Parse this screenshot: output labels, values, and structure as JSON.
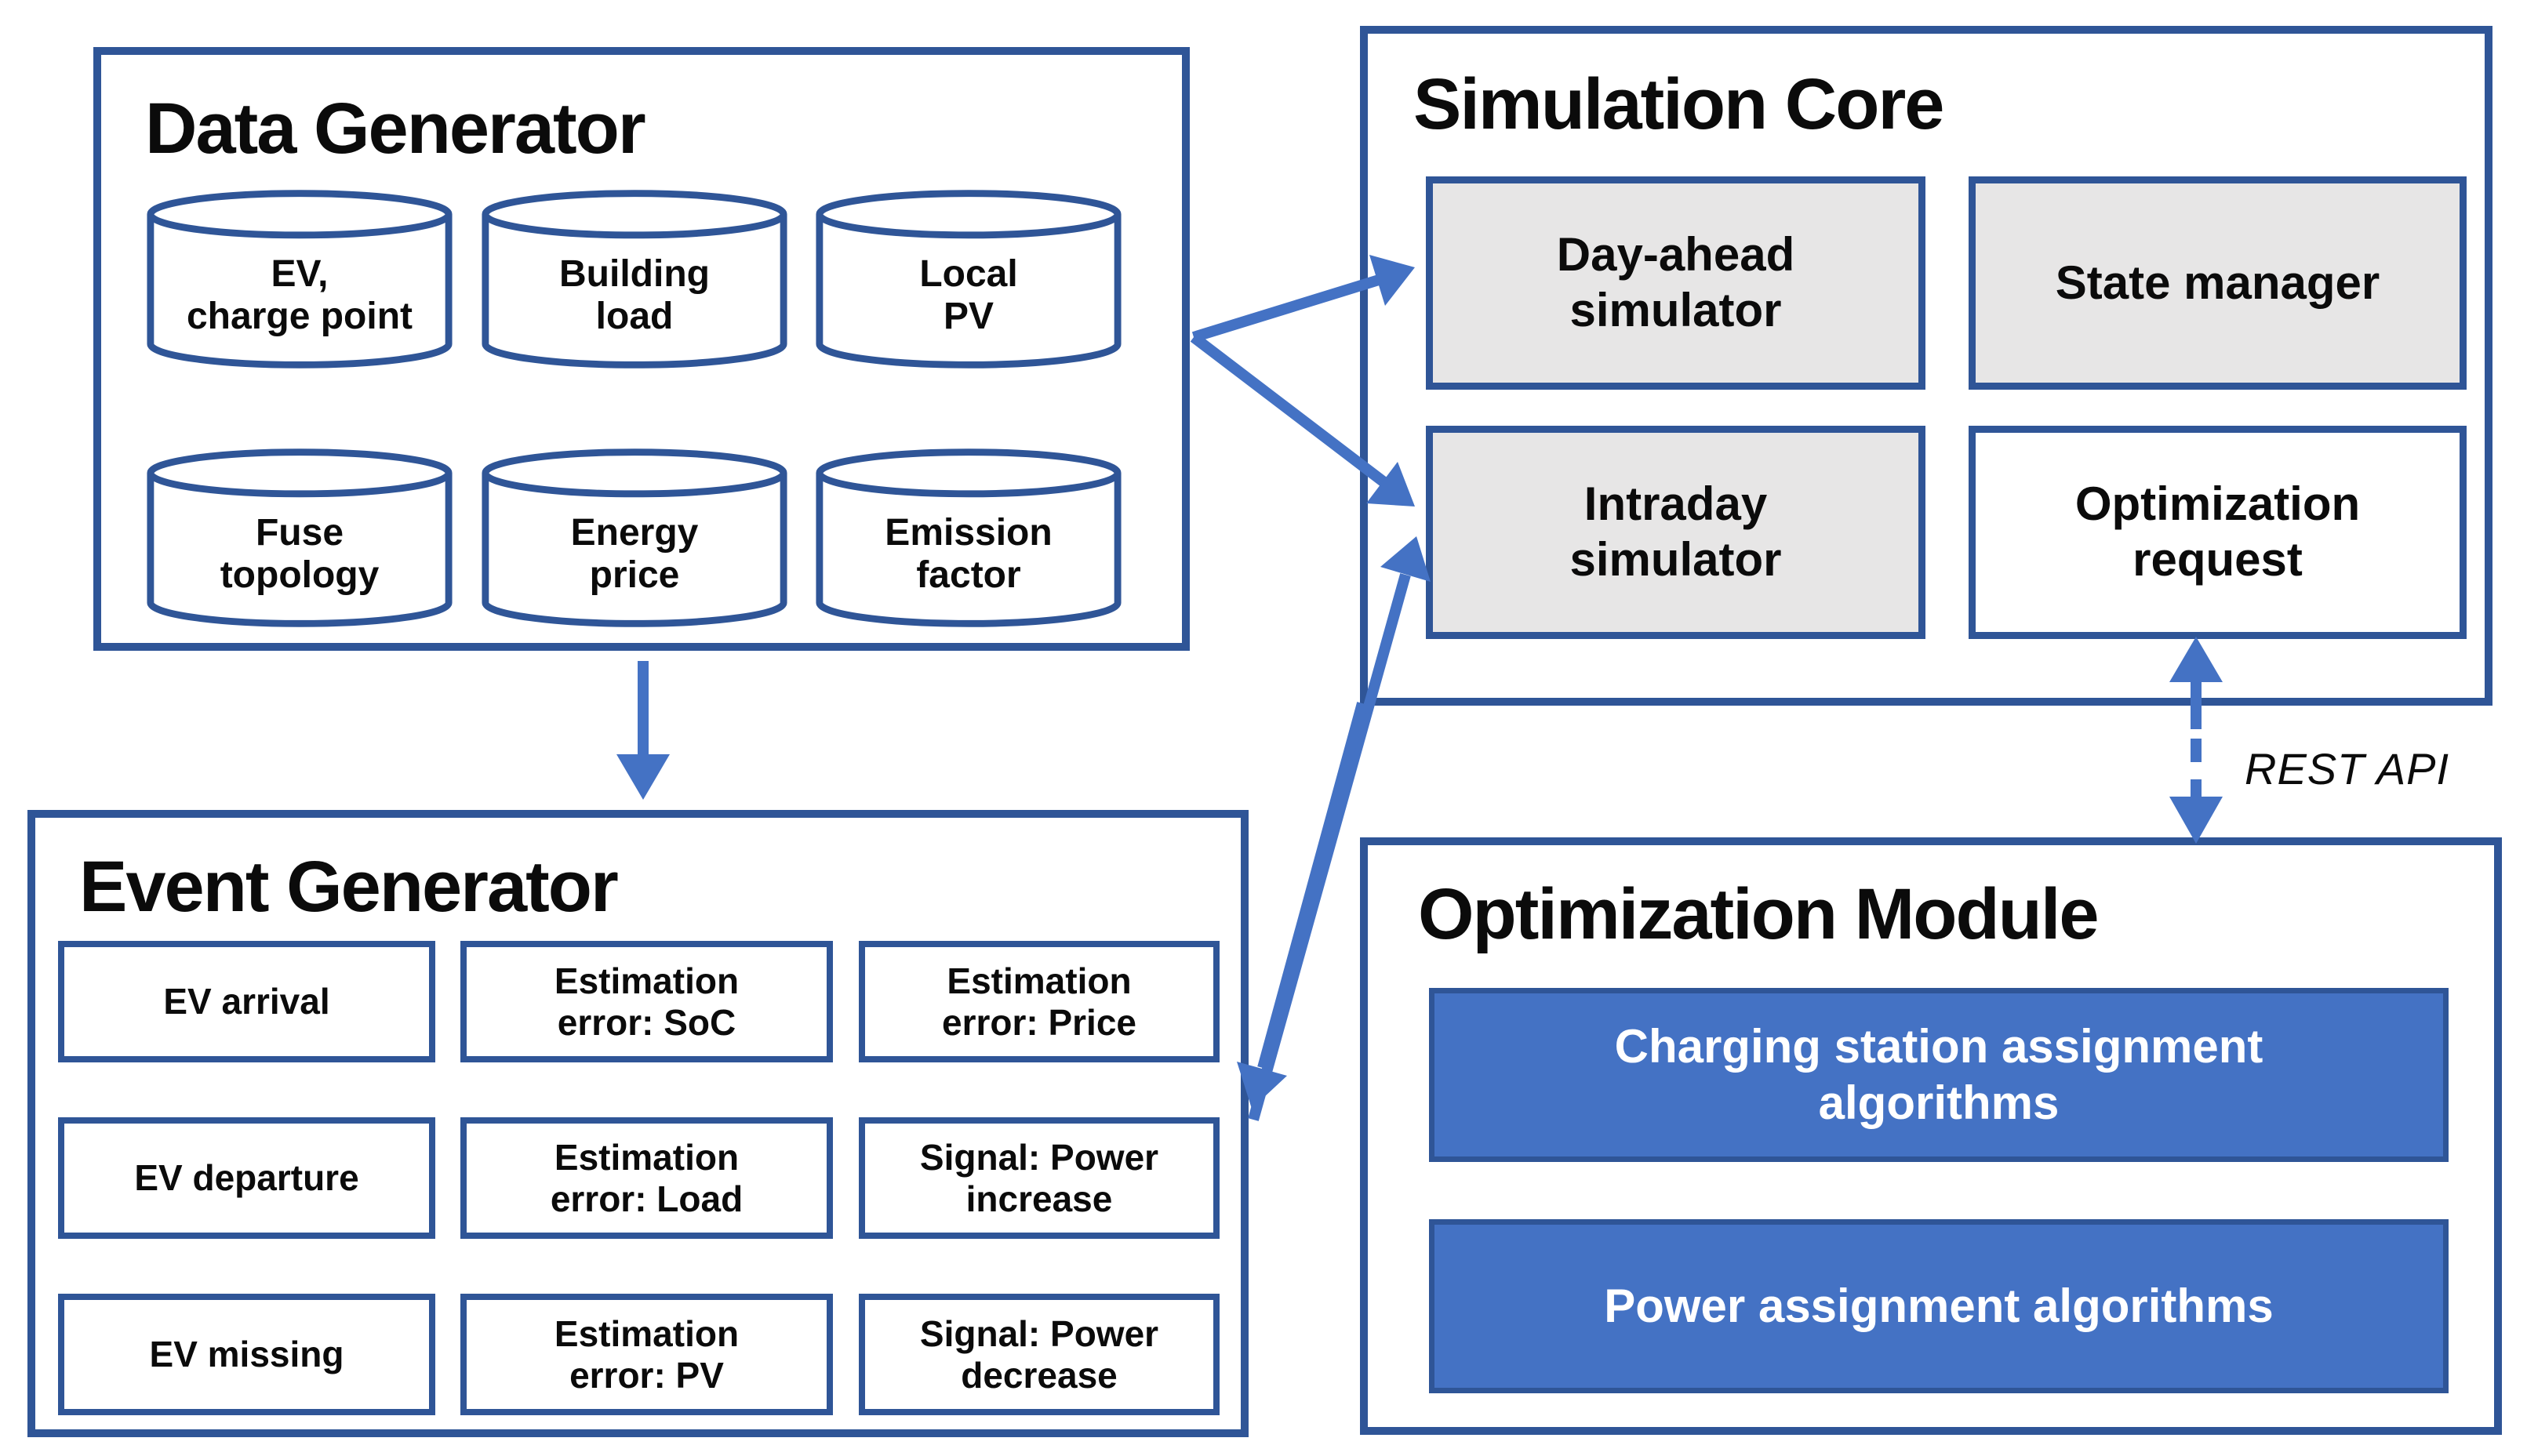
{
  "data_generator": {
    "title": "Data Generator",
    "cylinders": [
      "EV,\ncharge point",
      "Building\nload",
      "Local\nPV",
      "Fuse\ntopology",
      "Energy\nprice",
      "Emission\nfactor"
    ]
  },
  "simulation_core": {
    "title": "Simulation Core",
    "boxes": [
      "Day-ahead\nsimulator",
      "State manager",
      "Intraday\nsimulator",
      "Optimization\nrequest"
    ]
  },
  "event_generator": {
    "title": "Event Generator",
    "cells": [
      "EV arrival",
      "Estimation\nerror: SoC",
      "Estimation\nerror: Price",
      "EV departure",
      "Estimation\nerror: Load",
      "Signal: Power\nincrease",
      "EV missing",
      "Estimation\nerror: PV",
      "Signal: Power\ndecrease"
    ]
  },
  "optimization_module": {
    "title": "Optimization Module",
    "algorithms": [
      "Charging station assignment\nalgorithms",
      "Power assignment algorithms"
    ]
  },
  "labels": {
    "rest_api": "REST API"
  },
  "colors": {
    "border": "#2F5597",
    "arrow": "#4472C4",
    "grey_fill": "#E7E6E6",
    "blue_fill": "#4472C4",
    "background": "#FFFFFF"
  }
}
